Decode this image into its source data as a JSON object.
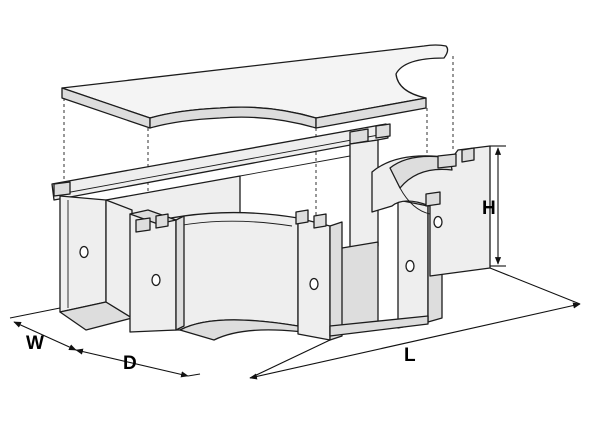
{
  "diagram": {
    "dimension_labels": {
      "width": "W",
      "depth": "D",
      "length": "L",
      "height": "H"
    }
  }
}
